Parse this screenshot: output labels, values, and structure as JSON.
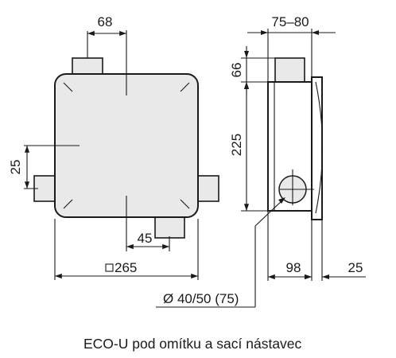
{
  "dimensions": {
    "top_width": "68",
    "top_offset": "66",
    "depth": "75–80",
    "left_offset": "25",
    "height_225": "225",
    "bottom_offset": "45",
    "width_265": "265",
    "side_depth": "98",
    "plate": "25",
    "diameter": "Ø 40/50 (75)"
  },
  "caption": "ECO-U pod omítku a sací nástavec"
}
